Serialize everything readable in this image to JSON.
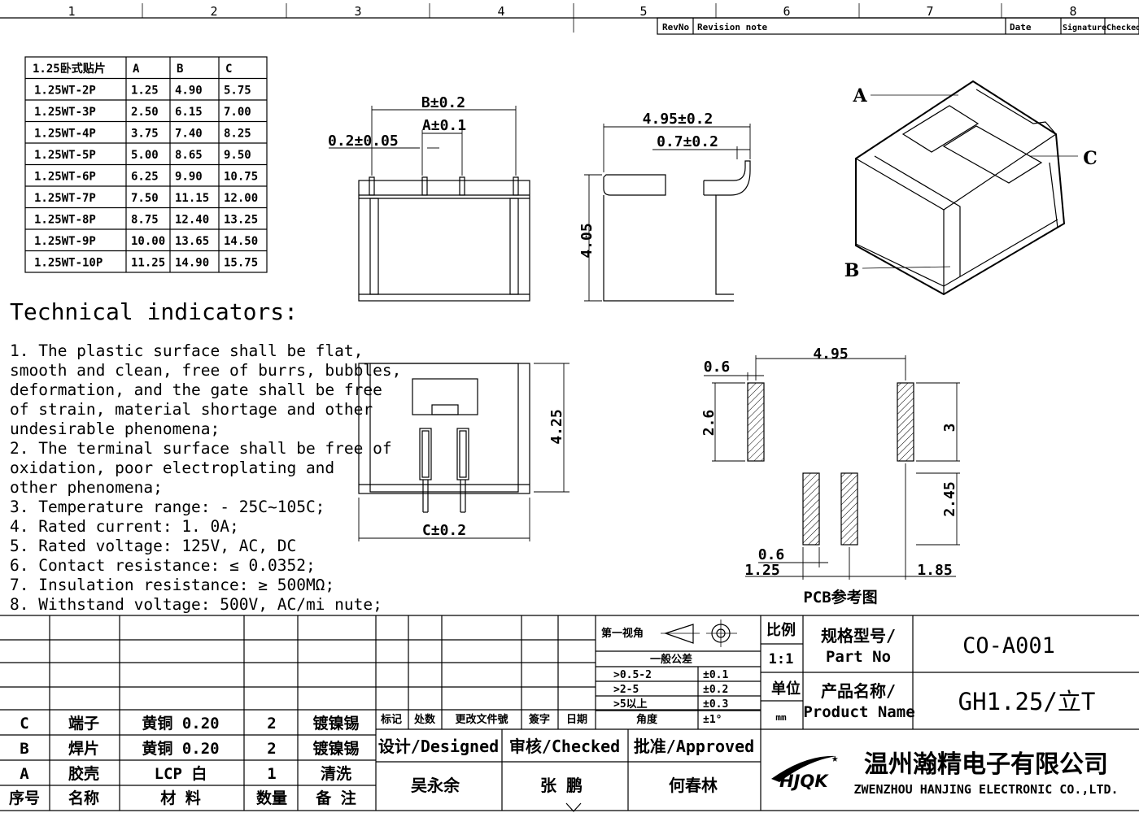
{
  "frame": {
    "zones": [
      "1",
      "2",
      "3",
      "4",
      "5",
      "6",
      "7",
      "8"
    ],
    "revision": {
      "revno": "RevNo",
      "note": "Revision note",
      "date": "Date",
      "signature": "Signature",
      "checked": "Checked"
    }
  },
  "dims_table": {
    "headers": [
      "1.25卧式贴片",
      "A",
      "B",
      "C"
    ],
    "rows": [
      [
        "1.25WT-2P",
        "1.25",
        "4.90",
        "5.75"
      ],
      [
        "1.25WT-3P",
        "2.50",
        "6.15",
        "7.00"
      ],
      [
        "1.25WT-4P",
        "3.75",
        "7.40",
        "8.25"
      ],
      [
        "1.25WT-5P",
        "5.00",
        "8.65",
        "9.50"
      ],
      [
        "1.25WT-6P",
        "6.25",
        "9.90",
        "10.75"
      ],
      [
        "1.25WT-7P",
        "7.50",
        "11.15",
        "12.00"
      ],
      [
        "1.25WT-8P",
        "8.75",
        "12.40",
        "13.25"
      ],
      [
        "1.25WT-9P",
        "10.00",
        "13.65",
        "14.50"
      ],
      [
        "1.25WT-10P",
        "11.25",
        "14.90",
        "15.75"
      ]
    ]
  },
  "tech": {
    "title": "Technical indicators:",
    "lines": [
      "1. The plastic surface shall be flat,",
      "smooth and clean, free of burrs, bubbles,",
      " deformation, and the gate shall be free",
      "of strain, material shortage and other",
      " undesirable phenomena;",
      "2. The terminal surface shall be free of",
      " oxidation, poor electroplating and",
      "other phenomena;",
      "3. Temperature range: - 25C~105C;",
      "4. Rated current: 1. 0A;",
      "5. Rated voltage: 125V, AC, DC",
      "6. Contact resistance: ≤ 0.0352;",
      "7. Insulation resistance: ≥ 500MΩ;",
      "8. Withstand voltage: 500V, AC/mi nute;"
    ]
  },
  "front_view": {
    "b_dim": "B±0.2",
    "a_dim": "A±0.1",
    "pin_dim": "0.2±0.05"
  },
  "side_view": {
    "width_dim": "4.95±0.2",
    "pitch_dim": "0.7±0.2",
    "height_dim": "4.05"
  },
  "iso_view": {
    "label_a": "A",
    "label_b": "B",
    "label_c": "C"
  },
  "top_view": {
    "height_dim": "4.25",
    "c_dim": "C±0.2"
  },
  "pcb": {
    "d_width": "4.95",
    "d_pad": "0.6",
    "d_pad_h": "2.6",
    "d_right_h": "3",
    "d_low_h": "2.45",
    "d_pad2": "0.6",
    "d_pitch": "1.25",
    "d_off": "1.85",
    "caption": "PCB参考图"
  },
  "bom": {
    "rows": [
      {
        "code": "C",
        "name": "端子",
        "material": "黄铜 0.20",
        "qty": "2",
        "note": "镀镍锡"
      },
      {
        "code": "B",
        "name": "焊片",
        "material": "黄铜 0.20",
        "qty": "2",
        "note": "镀镍锡"
      },
      {
        "code": "A",
        "name": "胶壳",
        "material": "LCP 白",
        "qty": "1",
        "note": "清洗"
      }
    ],
    "header": {
      "code": "序号",
      "name": "名称",
      "material": "材 料",
      "qty": "数量",
      "note": "备 注"
    }
  },
  "change_log": {
    "mark": "标记",
    "count": "处数",
    "doc": "更改文件號",
    "sign": "簽字",
    "date": "日期"
  },
  "tolerance": {
    "projection": "第一视角",
    "title": "一般公差",
    "rows": [
      [
        ">0.5-2",
        "±0.1"
      ],
      [
        ">2-5",
        "±0.2"
      ],
      [
        ">5以上",
        "±0.3"
      ],
      [
        "角度",
        "±1°"
      ]
    ]
  },
  "approvals": {
    "designed_label": "设计/Designed",
    "checked_label": "审核/Checked",
    "approved_label": "批准/Approved",
    "designed_by": "吴永余",
    "checked_by": "张 鹏",
    "approved_by": "何春林"
  },
  "title_block": {
    "scale_label": "比例",
    "scale": "1:1",
    "unit_label": "单位",
    "unit": "mm",
    "part_no_label_cn": "规格型号/",
    "part_no_label_en": "Part No",
    "part_no": "CO-A001",
    "name_label_cn": "产品名称/",
    "name_label_en": "Product Name",
    "product_name": "GH1.25/立T",
    "company_cn": "温州瀚精电子有限公司",
    "company_en": "ZWENZHOU HANJING ELECTRONIC CO.,LTD.",
    "logo": "HJQK"
  }
}
